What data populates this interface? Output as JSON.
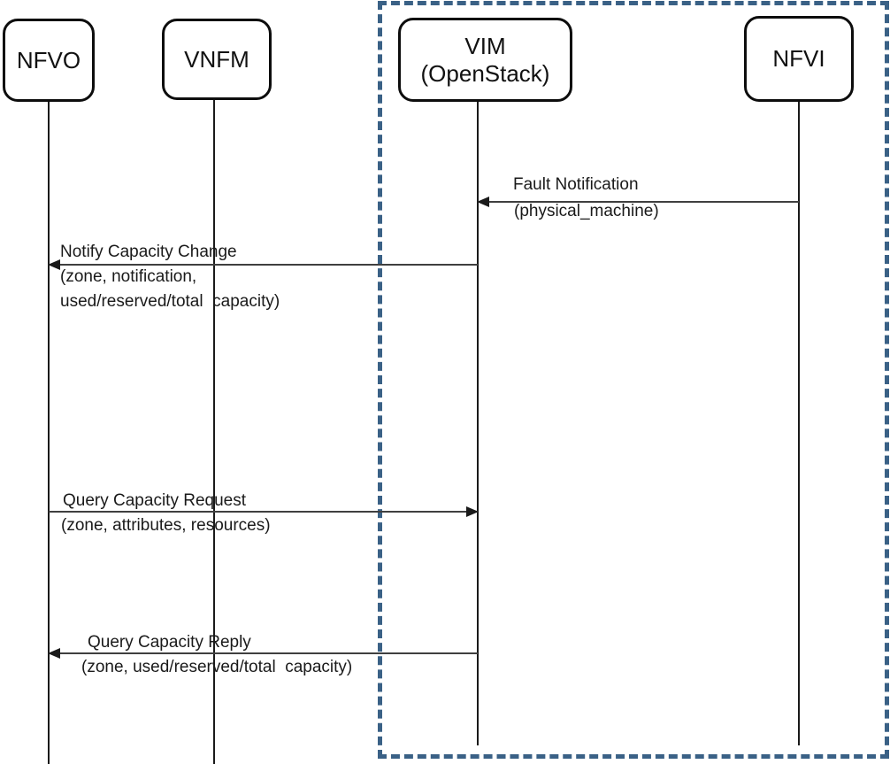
{
  "diagram": {
    "type": "sequence-diagram",
    "boundary": {
      "color": "#3a6186",
      "style": "dashed",
      "contains": [
        "VIM (OpenStack)",
        "NFVI"
      ]
    },
    "actors": [
      {
        "id": "nfvo",
        "label": "NFVO"
      },
      {
        "id": "vnfm",
        "label": "VNFM"
      },
      {
        "id": "vim",
        "label": "VIM",
        "sublabel": "(OpenStack)"
      },
      {
        "id": "nfvi",
        "label": "NFVI"
      }
    ],
    "messages": [
      {
        "from": "nfvi",
        "to": "vim",
        "line1": "Fault Notification",
        "line2": "(physical_machine)"
      },
      {
        "from": "vim",
        "to": "nfvo",
        "line1": "Notify Capacity Change",
        "line2": "(zone, notification,",
        "line3": "used/reserved/total  capacity)"
      },
      {
        "from": "nfvo",
        "to": "vim",
        "line1": "Query Capacity Request",
        "line2": "(zone, attributes, resources)"
      },
      {
        "from": "vim",
        "to": "nfvo",
        "line1": "Query Capacity Reply",
        "line2": "(zone, used/reserved/total  capacity)"
      }
    ]
  }
}
